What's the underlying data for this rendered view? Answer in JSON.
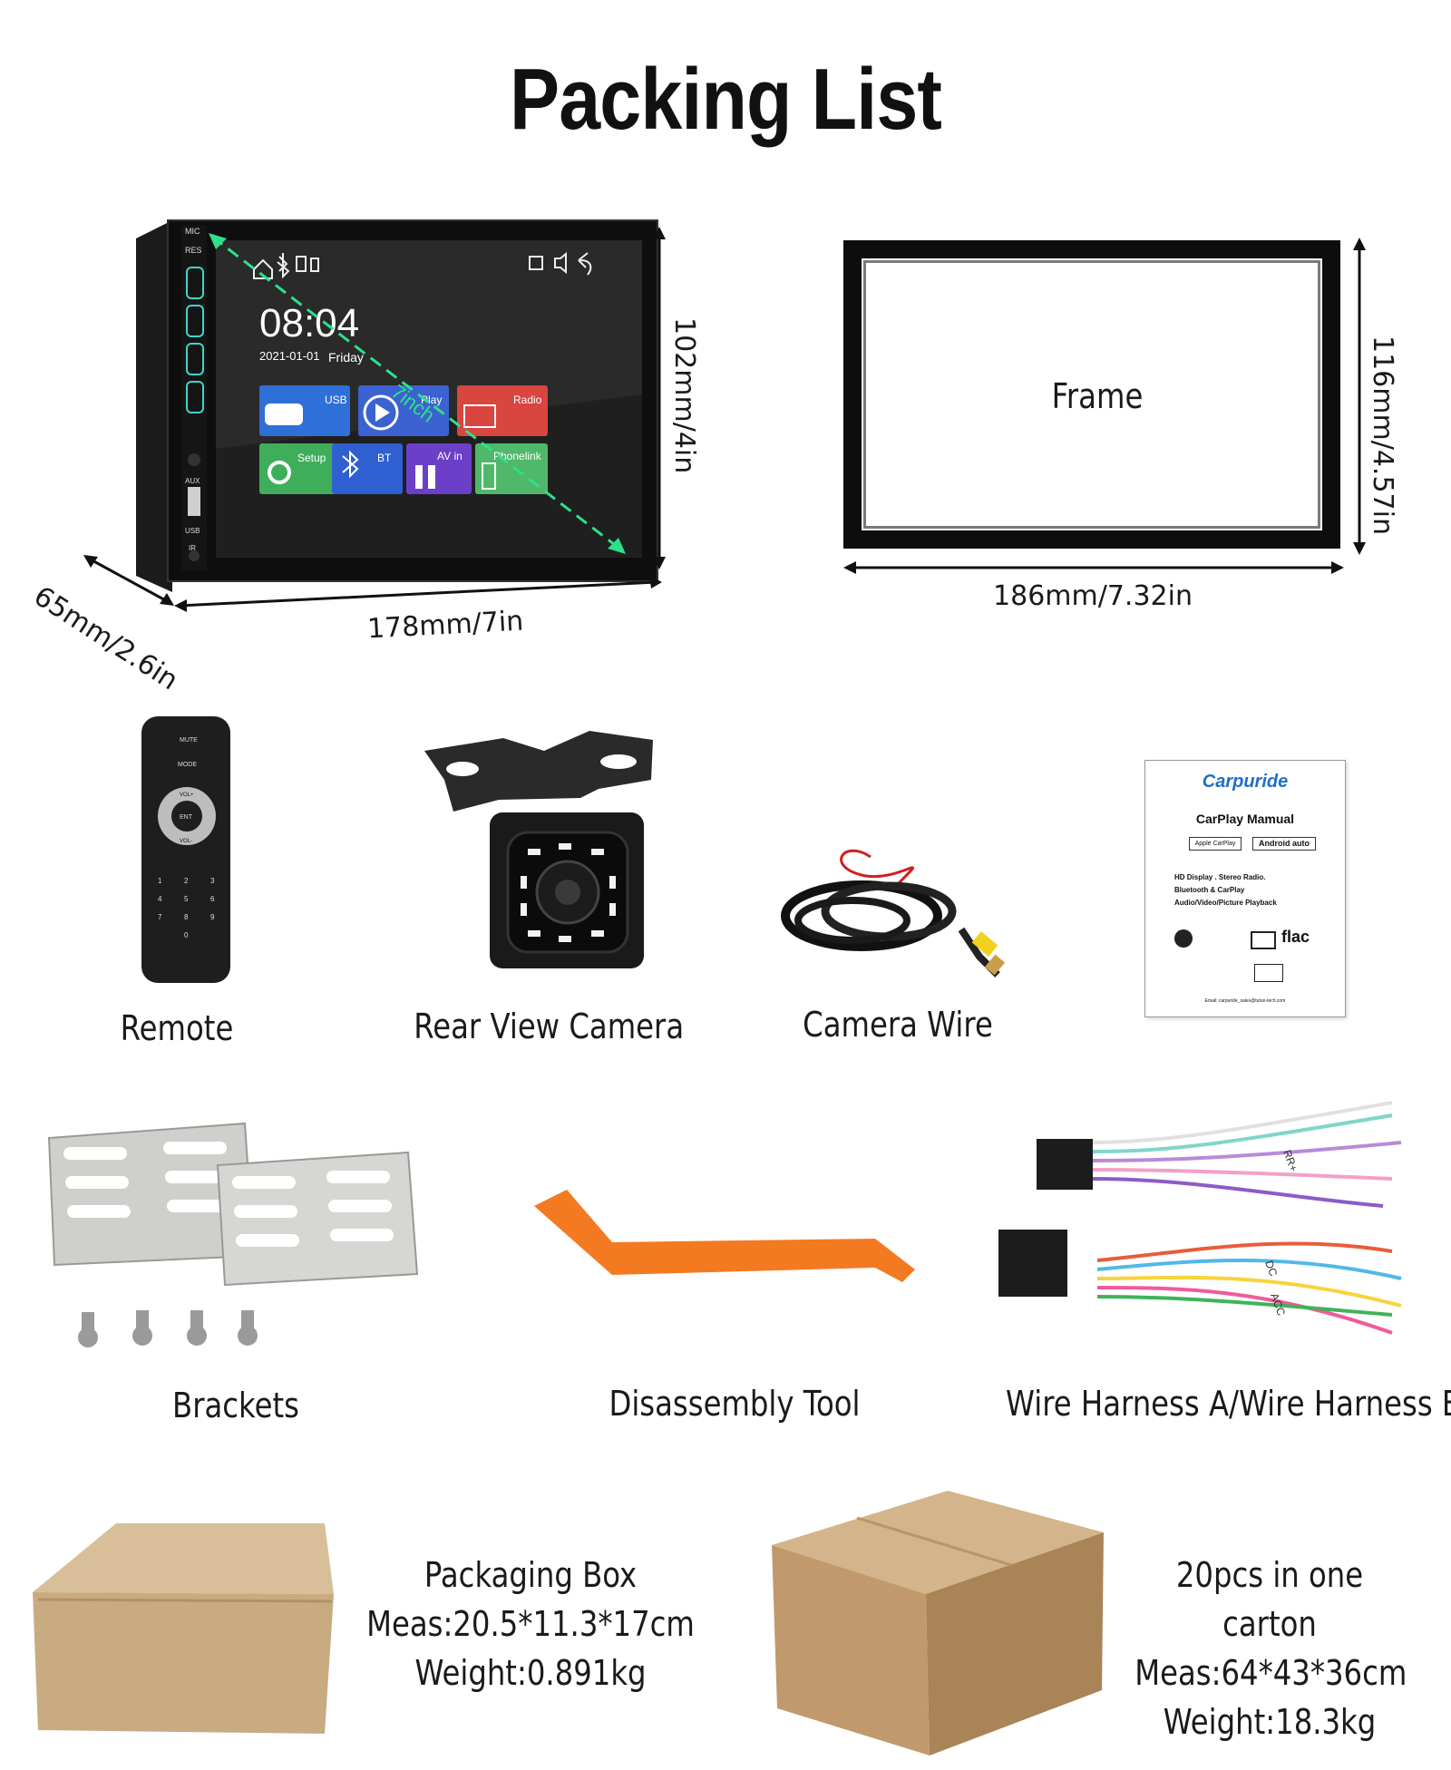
{
  "title": "Packing List",
  "stereo": {
    "time": "08:04",
    "date": "2021-01-01",
    "day": "Friday",
    "tiles": [
      "USB",
      "Play",
      "Radio",
      "Setup",
      "BT",
      "AV in",
      "Phonelink"
    ],
    "side_labels": [
      "MIC",
      "RES",
      "AUX",
      "USB",
      "IR"
    ],
    "diagonal_label": "7inch",
    "height_dim": "102mm/4in",
    "width_dim": "178mm/7in",
    "depth_dim": "65mm/2.6in"
  },
  "frame": {
    "label": "Frame",
    "height_dim": "116mm/4.57in",
    "width_dim": "186mm/7.32in"
  },
  "items": {
    "remote": "Remote",
    "camera": "Rear View Camera",
    "camera_wire": "Camera Wire",
    "brackets": "Brackets",
    "tool": "Disassembly Tool",
    "harness": "Wire Harness A/Wire Harness B"
  },
  "remote_keys": {
    "mute": "MUTE",
    "mode": "MODE",
    "vol_up": "VOL+",
    "vol_down": "VOL-",
    "ent": "ENT",
    "digits": [
      "1",
      "2",
      "3",
      "4",
      "5",
      "6",
      "7",
      "8",
      "9",
      "0"
    ]
  },
  "manual": {
    "brand": "Carpuride",
    "title": "CarPlay Mamual",
    "badge_left": "Apple CarPlay",
    "badge_right": "Android auto",
    "features": [
      "HD Display . Stereo Radio.",
      "Bluetooth & CarPlay",
      "Audio/Video/Picture Playback"
    ],
    "flac": "flac",
    "email": "Email: carpuride_sales@tutun-tech.com"
  },
  "harness_tags": [
    "RR+",
    "DC",
    "ACC"
  ],
  "packaging_box": {
    "line1": "Packaging Box",
    "line2": "Meas:20.5*11.3*17cm",
    "line3": "Weight:0.891kg"
  },
  "carton": {
    "line1": "20pcs in one carton",
    "line2": "Meas:64*43*36cm",
    "line3": "Weight:18.3kg"
  }
}
